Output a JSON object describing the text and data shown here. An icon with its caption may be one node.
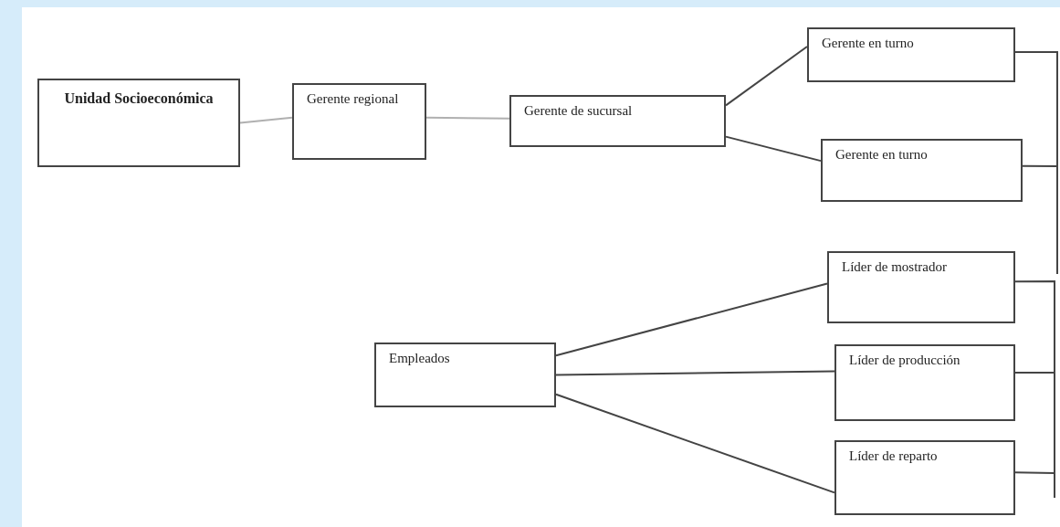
{
  "diagram": {
    "nodes": [
      {
        "text": [
          "Unidad Socioeconómica"
        ]
      },
      {
        "text": [
          "Gerente regional"
        ]
      },
      {
        "text": [
          "Gerente de sucursal"
        ]
      },
      {
        "text": [
          "Gerente en turno"
        ]
      },
      {
        "text": [
          "Gerente en turno"
        ]
      },
      {
        "text": [
          "Empleados"
        ]
      },
      {
        "text": [
          "Líder de mostrador"
        ]
      },
      {
        "text": [
          "Líder de producción"
        ]
      },
      {
        "text": [
          "Líder de reparto"
        ]
      }
    ],
    "edges": [
      {
        "from": 0,
        "to": 1,
        "arrow": "none",
        "color": "#b0b0b0"
      },
      {
        "from": 1,
        "to": 2,
        "arrow": "none",
        "color": "#b0b0b0"
      },
      {
        "from": 2,
        "to": 3,
        "arrow": "none"
      },
      {
        "from": 2,
        "to": 4,
        "arrow": "none"
      },
      {
        "from": 5,
        "to": 6,
        "arrow": "none"
      },
      {
        "from": 5,
        "to": 7,
        "arrow": "none"
      },
      {
        "from": 5,
        "to": 8,
        "arrow": "none"
      },
      {
        "from": 3,
        "to": null,
        "arrow": "none"
      },
      {
        "from": 4,
        "to": null,
        "arrow": "none"
      },
      {
        "from": 6,
        "to": null,
        "arrow": "none"
      },
      {
        "from": 7,
        "to": null,
        "arrow": "none"
      },
      {
        "from": 8,
        "to": null,
        "arrow": "none"
      }
    ]
  }
}
